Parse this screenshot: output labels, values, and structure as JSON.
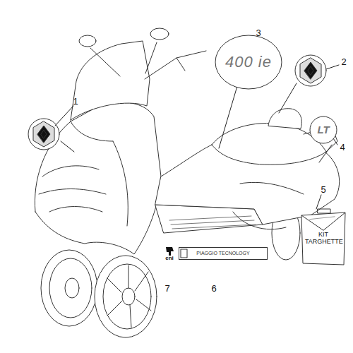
{
  "diagram": {
    "nodes": [
      {
        "text": [
          "400 ie"
        ]
      },
      {
        "text": [
          "LT"
        ]
      },
      {
        "text": [
          "eni"
        ]
      },
      {
        "text": [
          "PIAGGIO TECNOLOGY"
        ]
      },
      {
        "text": [
          "KIT TARGHETTE"
        ]
      }
    ],
    "labels": [
      "1",
      "2",
      "3",
      "4",
      "5",
      "6",
      "7"
    ]
  }
}
